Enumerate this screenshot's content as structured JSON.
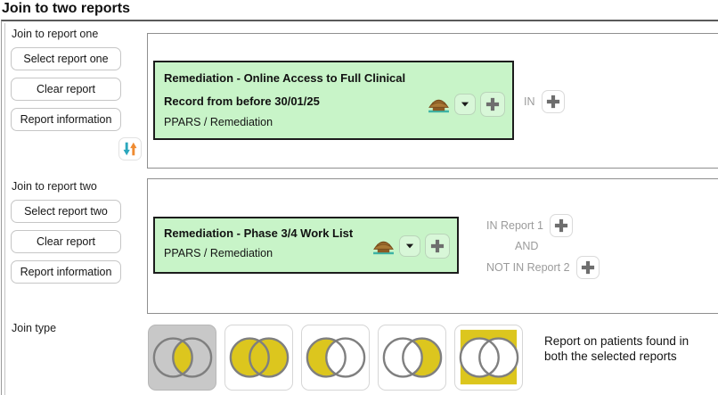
{
  "page": {
    "title": "Join to two reports"
  },
  "sidebar": {
    "section_one_label": "Join to report one",
    "select_report_one": "Select report one",
    "clear_report_one": "Clear report",
    "report_information_one": "Report information",
    "section_two_label": "Join to report two",
    "select_report_two": "Select report two",
    "clear_report_two": "Clear report",
    "report_information_two": "Report information",
    "join_type_label": "Join type"
  },
  "report_one": {
    "name": "Remediation - Online Access to Full Clinical Record from before 30/01/25",
    "path": "PPARS / Remediation",
    "join_text": "IN"
  },
  "report_two": {
    "name": "Remediation - Phase 3/4 Work List",
    "path": "PPARS / Remediation",
    "join_row_1": "IN Report 1",
    "join_row_2": "AND",
    "join_row_3": "NOT IN Report 2"
  },
  "join_type": {
    "selected_option": "intersection",
    "description": "Report on patients found in both the selected reports"
  },
  "colors": {
    "card_green": "#c8f4c8",
    "card_border": "#1c1c1c",
    "venn_yellow": "#dcc61e",
    "venn_stroke": "#7f7f7f",
    "selected_gray": "#c8c8c8",
    "swap_down_teal": "#2ba7bd",
    "swap_up_orange": "#ef8b31",
    "muted_text": "#9b9b9b"
  }
}
